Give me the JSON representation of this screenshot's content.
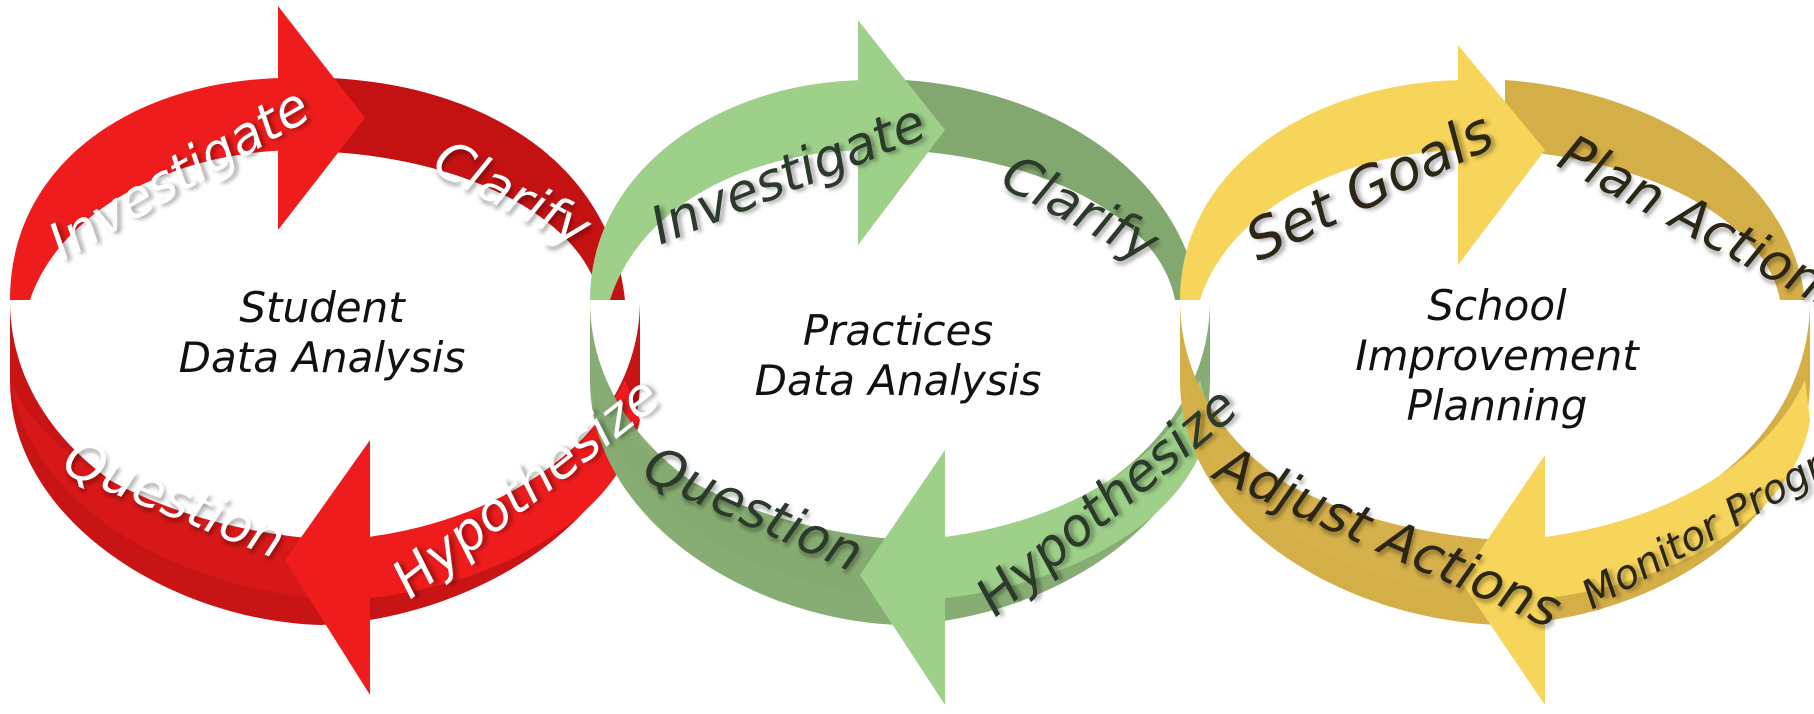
{
  "cycles": [
    {
      "name": "student",
      "center_lines": [
        "Student",
        "Data Analysis"
      ],
      "colors": {
        "light": "#ee1c1c",
        "dark": "#c41212",
        "text": "#ffffff"
      },
      "segments": {
        "top_left": "Investigate",
        "top_right": "Clarify",
        "bottom_left": "Question",
        "bottom_right": "Hypothesize"
      }
    },
    {
      "name": "practices",
      "center_lines": [
        "Practices",
        "Data Analysis"
      ],
      "colors": {
        "light": "#9ed08a",
        "dark": "#82a870",
        "text": "#2b3a2a"
      },
      "segments": {
        "top_left": "Investigate",
        "top_right": "Clarify",
        "bottom_left": "Question",
        "bottom_right": "Hypothesize"
      }
    },
    {
      "name": "school",
      "center_lines": [
        "School",
        "Improvement",
        "Planning"
      ],
      "colors": {
        "light": "#f7d45a",
        "dark": "#d4af48",
        "text": "#2b2616"
      },
      "segments": {
        "top_left": "Set Goals",
        "top_right": "Plan Actions",
        "bottom_left": "Adjust Actions",
        "bottom_right": "Monitor Progress"
      }
    }
  ]
}
